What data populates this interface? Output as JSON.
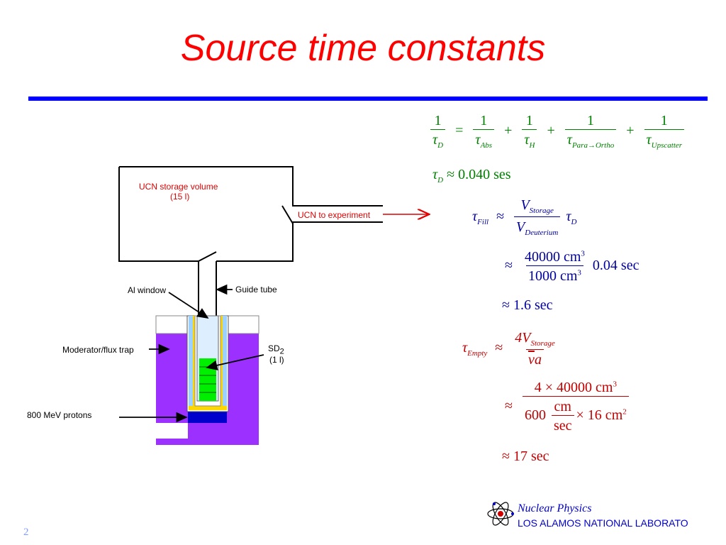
{
  "slide": {
    "title": "Source time constants",
    "page_number": "2"
  },
  "diagram": {
    "storage_volume_label": "UCN storage volume",
    "storage_volume_size": "(15 l)",
    "ucn_to_experiment": "UCN to experiment",
    "al_window": "Al window",
    "guide_tube": "Guide tube",
    "moderator": "Moderator/flux trap",
    "sd2_label": "SD",
    "sd2_sub": "2",
    "sd2_volume": "(1  l)",
    "protons": "800 MeV protons"
  },
  "eq1": {
    "one": "1",
    "eq": "=",
    "plus": "+",
    "tau": "τ",
    "sub_d": "D",
    "sub_abs": "Abs",
    "sub_h": "H",
    "sub_para": "Para→Ortho",
    "sub_up": "Upscatter"
  },
  "eq2": {
    "tau": "τ",
    "sub": "D",
    "rhs": "≈ 0.040 ses"
  },
  "fill": {
    "tau": "τ",
    "sub": "Fill",
    "approx": "≈",
    "v": "V",
    "sub_storage": "Storage",
    "sub_deut": "Deuterium",
    "tau_d": "τ",
    "tau_d_sub": "D",
    "line2_num": "40000 cm",
    "line2_den": "1000 cm",
    "cube": "3",
    "line2_tail": "0.04 sec",
    "line3": "≈ 1.6 sec"
  },
  "empty": {
    "tau": "τ",
    "sub": "Empty",
    "approx": "≈",
    "num": "4V",
    "sub_storage": "Storage",
    "den_v": "v",
    "den_a": "a",
    "line2_num": "4 × 40000 cm",
    "cube": "3",
    "line2_den_a": "600",
    "cm": "cm",
    "sec": "sec",
    "line2_den_b": "× 16 cm",
    "sq": "2",
    "line3": "≈ 17 sec"
  },
  "footer": {
    "org_line1": "Nuclear Physics",
    "org_line2": "LOS ALAMOS NATIONAL LABORATO"
  }
}
